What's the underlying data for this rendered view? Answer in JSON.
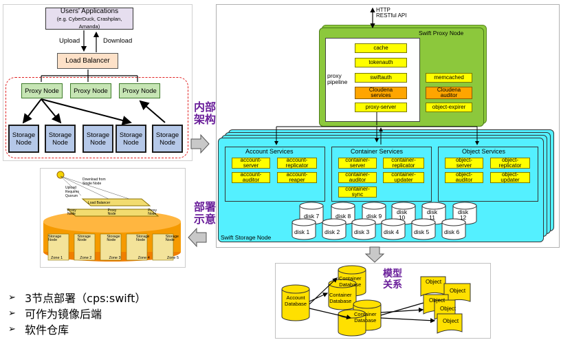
{
  "left_diagram": {
    "users_title": "Users' Applications",
    "users_sub": "(e.g. CyberDuck, Crashplan, Amanda)",
    "upload": "Upload",
    "download": "Download",
    "load_balancer": "Load Balancer",
    "proxy_node": "Proxy Node",
    "storage_node_line1": "Storage",
    "storage_node_line2": "Node"
  },
  "labels": {
    "internal_arch": [
      "内部",
      "架构"
    ],
    "deploy": [
      "部署",
      "示意"
    ],
    "model": [
      "模型",
      "关系"
    ]
  },
  "proxy": {
    "http_line1": "HTTP",
    "http_line2": "RESTful API",
    "title": "Swift Proxy Node",
    "pipeline_label": "proxy\npipeline",
    "pipeline": [
      "cache",
      "tokenauth",
      "swiftauth",
      "Cloudena\nservices",
      "proxy-server"
    ],
    "side": [
      "memcached",
      "Cloudena\nauditor",
      "object-expirer"
    ]
  },
  "storage": {
    "title": "Swift Storage Node",
    "account_title": "Account Services",
    "account": [
      "account-\nserver",
      "account-\nreplicator",
      "account-\nauditor",
      "account-\nreaper"
    ],
    "container_title": "Container Services",
    "container": [
      "container-\nserver",
      "container-\nreplicator",
      "container-\nauditor",
      "container-\nupdater",
      "container-\nsync"
    ],
    "object_title": "Object Services",
    "object": [
      "object-\nserver",
      "object-\nreplicator",
      "object-\nauditor",
      "object-\nupdater"
    ],
    "disks_top": [
      "disk 7",
      "disk 8",
      "disk 9",
      "disk\n10",
      "disk\n11",
      "disk\n12"
    ],
    "disks_bottom": [
      "disk 1",
      "disk 2",
      "disk 3",
      "disk 4",
      "disk 5",
      "disk 6"
    ]
  },
  "deploy_img": {
    "download_label": "Download from\nSingle Node",
    "upload_label": "Upload\nRequires\nQuorum",
    "load_balancer": "Load Balancer",
    "proxy": "Proxy\nNode",
    "storage": "Storage\nNode",
    "zones": [
      "Zone 1",
      "Zone 2",
      "Zone 3",
      "Zone 4",
      "Zone 5"
    ]
  },
  "model": {
    "account_db": "Account\nDatabase",
    "container_db": "Container\nDatabase",
    "object": "Object"
  },
  "bullets": [
    "3节点部署（cps:swift）",
    "可作为镜像后端",
    "软件仓库"
  ],
  "colors": {
    "proxy_green": "#8cc83c",
    "storage_cyan": "#54f0ff",
    "service_yellow": "#ffff00",
    "service_orange": "#ffa500",
    "purple_text": "#6a1f9a"
  }
}
